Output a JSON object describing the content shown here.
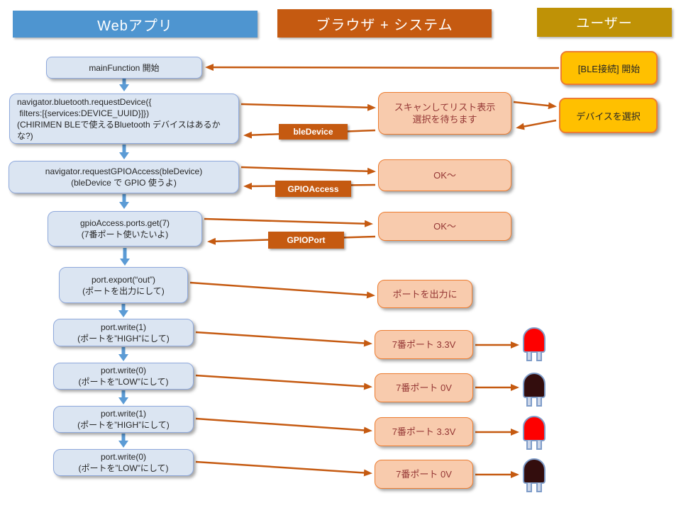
{
  "lanes": {
    "webapp": "Webアプリ",
    "browser_system": "ブラウザ + システム",
    "user": "ユーザー"
  },
  "webapp_steps": {
    "main_function": "mainFunction 開始",
    "request_device": {
      "code1": "navigator.bluetooth.requestDevice({",
      "code2": " filters:[{services:DEVICE_UUID}]})",
      "note": "(CHIRIMEN BLEで使えるBluetooth デバイスはあるかな?)"
    },
    "request_gpio_access": {
      "code1": "navigator.requestGPIOAccess(bleDevice)",
      "note": "(bleDevice で GPIO 使うよ)"
    },
    "ports_get": {
      "code1": "gpioAccess.ports.get(7)",
      "note": "(7番ポート使いたいよ)"
    },
    "port_export": {
      "code1": "port.export(“out”)",
      "note": "(ポートを出力にして)"
    },
    "port_write_1a": {
      "code1": "port.write(1)",
      "note": "(ポートを”HIGH”にして)"
    },
    "port_write_0a": {
      "code1": "port.write(0)",
      "note": "(ポートを”LOW”にして)"
    },
    "port_write_1b": {
      "code1": "port.write(1)",
      "note": "(ポートを”HIGH”にして)"
    },
    "port_write_0b": {
      "code1": "port.write(0)",
      "note": "(ポートを”LOW”にして)"
    }
  },
  "browser_responses": {
    "scan_list": {
      "line1": "スキャンしてリスト表示",
      "line2": "選択を待ちます"
    },
    "ok_gpio_access": "OK〜",
    "ok_gpio_port": "OK〜",
    "port_output": "ポートを出力に",
    "port7_33v_a": "7番ポート  3.3V",
    "port7_0v_a": "7番ポート  0V",
    "port7_33v_b": "7番ポート  3.3V",
    "port7_0v_b": "7番ポート  0V"
  },
  "return_labels": {
    "ble_device": "bleDevice",
    "gpio_access": "GPIOAccess",
    "gpio_port": "GPIOPort"
  },
  "user_actions": {
    "ble_connect_start": "[BLE接続] 開始",
    "select_device": "デバイスを選択"
  },
  "leds": [
    {
      "state": "on"
    },
    {
      "state": "off"
    },
    {
      "state": "on"
    },
    {
      "state": "off"
    }
  ],
  "colors": {
    "webapp_lane": "#4e95d0",
    "browser_lane": "#c55a11",
    "user_lane": "#bf9206",
    "step_fill": "#dbe5f2",
    "step_border": "#8fa9dc",
    "response_fill": "#f8cbad",
    "response_border": "#ed7d31",
    "response_text": "#943634",
    "return_label_fill": "#c55a11",
    "action_fill": "#ffc000",
    "arrow_orange": "#c55a11",
    "arrow_blue": "#5b9bd5",
    "led_on": "#fe0000",
    "led_off": "#330d0d"
  }
}
